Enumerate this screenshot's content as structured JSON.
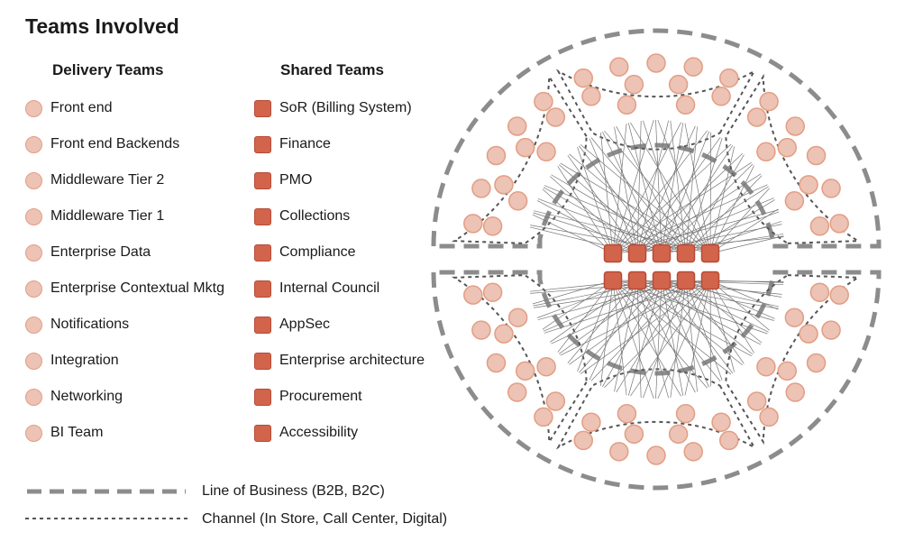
{
  "title": "Teams Involved",
  "delivery": {
    "heading": "Delivery Teams",
    "items": [
      "Front end",
      "Front end Backends",
      "Middleware Tier 2",
      "Middleware Tier 1",
      "Enterprise Data",
      "Enterprise Contextual Mktg",
      "Notifications",
      "Integration",
      "Networking",
      "BI Team"
    ]
  },
  "shared": {
    "heading": "Shared Teams",
    "items": [
      "SoR (Billing System)",
      "Finance",
      "PMO",
      "Collections",
      "Compliance",
      "Internal Council",
      "AppSec",
      "Enterprise architecture",
      "Procurement",
      "Accessibility"
    ]
  },
  "legend": {
    "lob": "Line of Business (B2B, B2C)",
    "channel": "Channel (In Store, Call Center, Digital)"
  },
  "colors": {
    "delivery_fill": "#ecc3b4",
    "delivery_stroke": "#e39d84",
    "shared_fill": "#d2644c",
    "shared_stroke": "#b84a36",
    "boundary": "#8c8c8c"
  }
}
